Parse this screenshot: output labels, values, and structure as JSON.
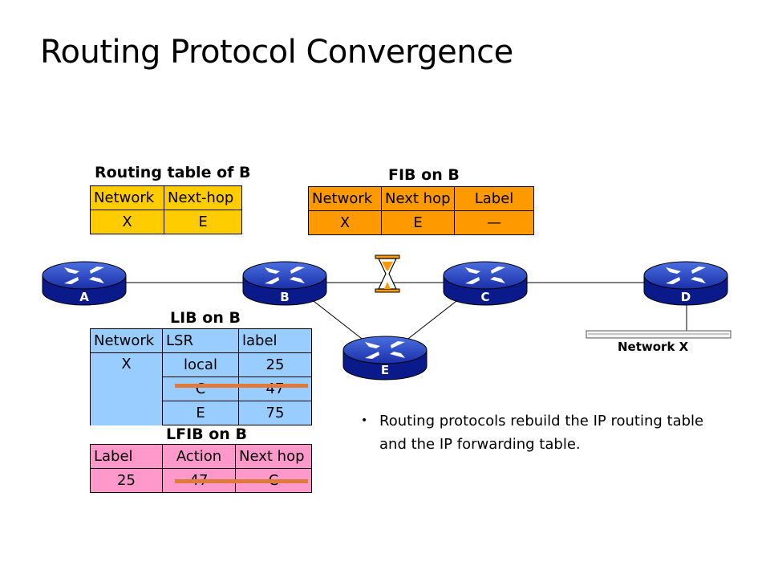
{
  "title": "Routing Protocol Convergence",
  "routing_table": {
    "caption": "Routing table of B",
    "headers": [
      "Network",
      "Next-hop"
    ],
    "rows": [
      [
        "X",
        "E"
      ]
    ]
  },
  "fib": {
    "caption": "FIB on B",
    "headers": [
      "Network",
      "Next hop",
      "Label"
    ],
    "rows": [
      [
        "X",
        "E",
        "—"
      ]
    ]
  },
  "lib": {
    "caption": "LIB on B",
    "headers": [
      "Network",
      "LSR",
      "label"
    ],
    "network": "X",
    "rows": [
      [
        "local",
        "25"
      ],
      [
        "C",
        "47"
      ],
      [
        "E",
        "75"
      ]
    ]
  },
  "lfib": {
    "caption": "LFIB on B",
    "headers": [
      "Label",
      "Action",
      "Next hop"
    ],
    "rows": [
      [
        "25",
        "47",
        "C"
      ]
    ]
  },
  "routers": [
    "A",
    "B",
    "C",
    "D",
    "E"
  ],
  "network_label": "Network X",
  "bullet": "Routing protocols rebuild the IP routing table and the IP forwarding table.",
  "icons": {
    "router": "router-icon",
    "hourglass": "hourglass-icon"
  },
  "colors": {
    "routing_table": "#ffcc00",
    "fib": "#ff9900",
    "lib": "#99ccff",
    "lfib": "#ff99cc",
    "router": "#0000b3",
    "strike": "#e07a3c"
  }
}
